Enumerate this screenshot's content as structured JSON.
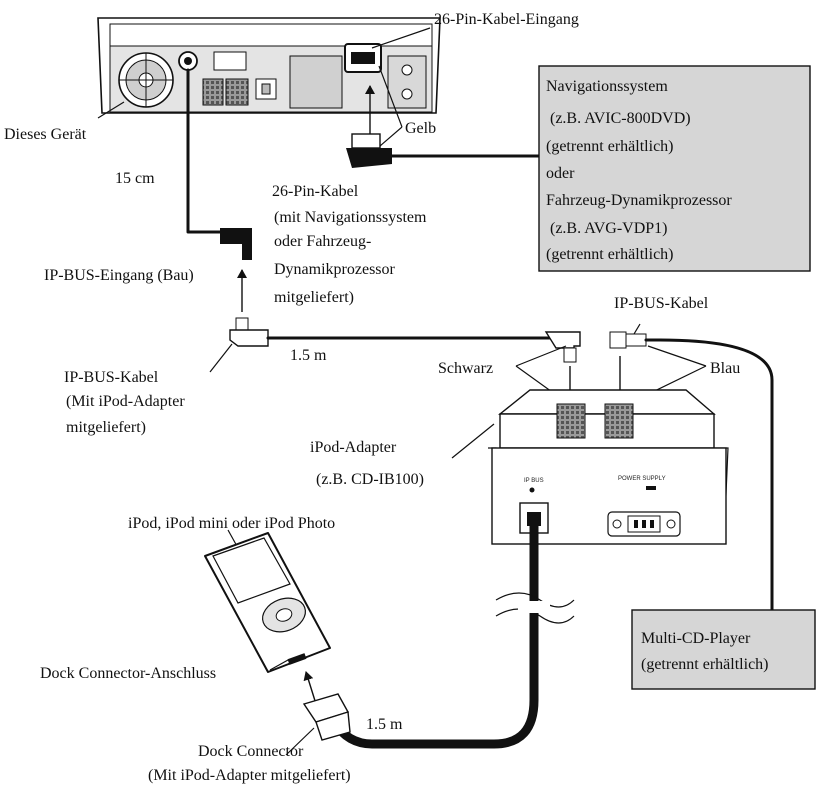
{
  "labels": {
    "pin_input": "26-Pin-Kabel-Eingang",
    "unit": "Dieses Gerät",
    "yellow": "Gelb",
    "cm15": "15 cm",
    "pin_cable": [
      "26-Pin-Kabel",
      "(mit Navigationssystem",
      "oder Fahrzeug-",
      "Dynamikprozessor",
      "mitgeliefert)"
    ],
    "ipbus_input": "IP-BUS-Eingang (Bau)",
    "ipbus_cable_adapter": [
      "IP-BUS-Kabel",
      "(Mit iPod-Adapter",
      "mitgeliefert)"
    ],
    "m15_top": "1.5 m",
    "ipbus_cable_right": "IP-BUS-Kabel",
    "schwarz": "Schwarz",
    "blau": "Blau",
    "ipod_adapter": [
      "iPod-Adapter",
      "(z.B. CD-IB100)"
    ],
    "ipod_models": "iPod, iPod mini oder iPod Photo",
    "dock_port": "Dock Connector-Anschluss",
    "m15_bottom": "1.5 m",
    "dock_connector": [
      "Dock Connector",
      "(Mit iPod-Adapter mitgeliefert)"
    ],
    "adapter_print_left": "IP BUS",
    "adapter_print_right": "POWER SUPPLY"
  },
  "boxes": {
    "navigation": [
      "Navigationssystem",
      "(z.B. AVIC-800DVD)",
      "(getrennt erhältlich)",
      "oder",
      "Fahrzeug-Dynamikprozessor",
      "(z.B. AVG-VDP1)",
      "(getrennt erhältlich)"
    ],
    "multi_cd": [
      "Multi-CD-Player",
      "(getrennt erhältlich)"
    ]
  },
  "colors": {
    "box_fill": "#d6d6d6",
    "line": "#111111"
  }
}
